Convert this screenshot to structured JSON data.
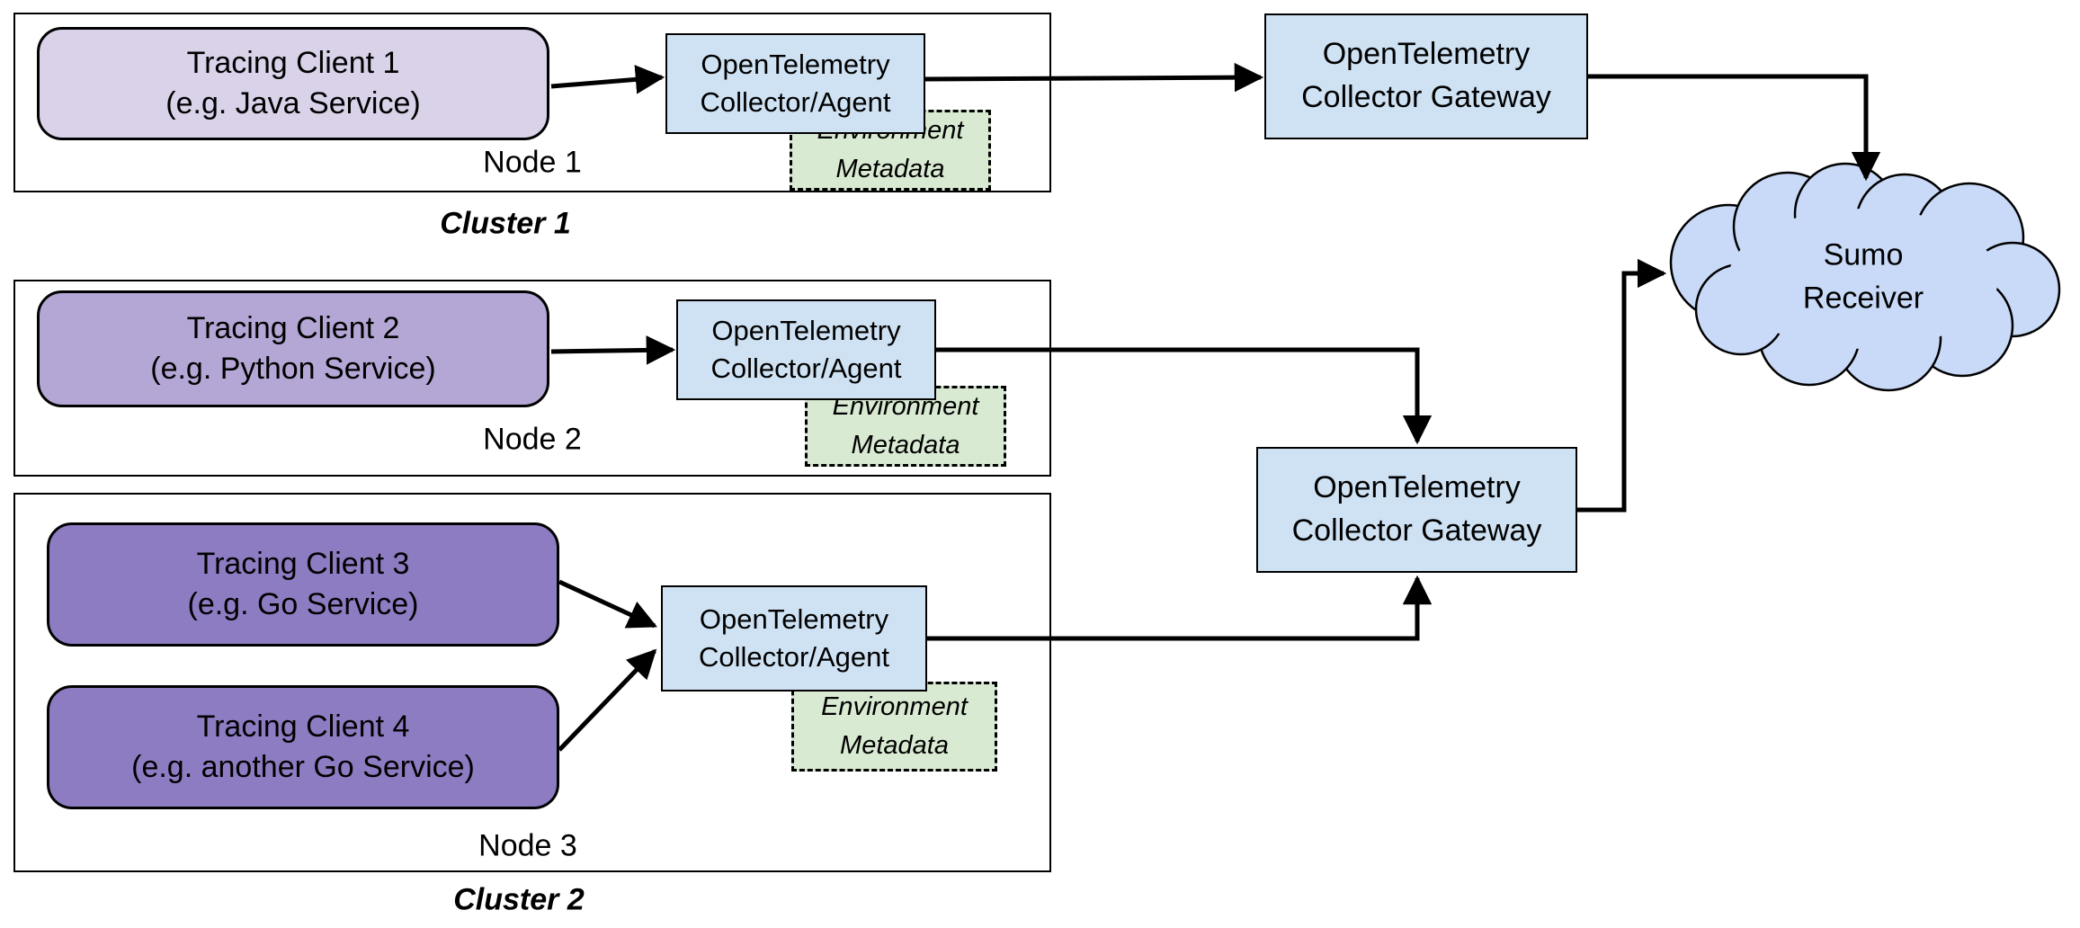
{
  "palette": {
    "client_light_fill": "#D9D2E9",
    "client_medium_fill": "#B4A7D6",
    "client_dark_fill": "#8E7CC3",
    "collector_fill": "#CFE2F3",
    "metadata_fill": "#D9EAD3",
    "cloud_fill": "#C9DAF8",
    "line_color": "#000000",
    "box_border": "#000000"
  },
  "clusters": [
    {
      "label": "Cluster 1"
    },
    {
      "label": "Cluster 2"
    }
  ],
  "nodes": [
    {
      "label": "Node 1",
      "clients": [
        "Tracing Client 1\n(e.g. Java Service)"
      ],
      "collector": "OpenTelemetry\nCollector/Agent",
      "metadata": "Environment\nMetadata"
    },
    {
      "label": "Node 2",
      "clients": [
        "Tracing Client 2\n(e.g. Python Service)"
      ],
      "collector": "OpenTelemetry\nCollector/Agent",
      "metadata": "Environment\nMetadata"
    },
    {
      "label": "Node 3",
      "clients": [
        "Tracing Client 3\n(e.g. Go Service)",
        "Tracing Client 4\n(e.g. another Go Service)"
      ],
      "collector": "OpenTelemetry\nCollector/Agent",
      "metadata": "Environment\nMetadata"
    }
  ],
  "gateways": [
    "OpenTelemetry\nCollector Gateway",
    "OpenTelemetry\nCollector Gateway"
  ],
  "cloud": {
    "label": "Sumo\nReceiver"
  }
}
